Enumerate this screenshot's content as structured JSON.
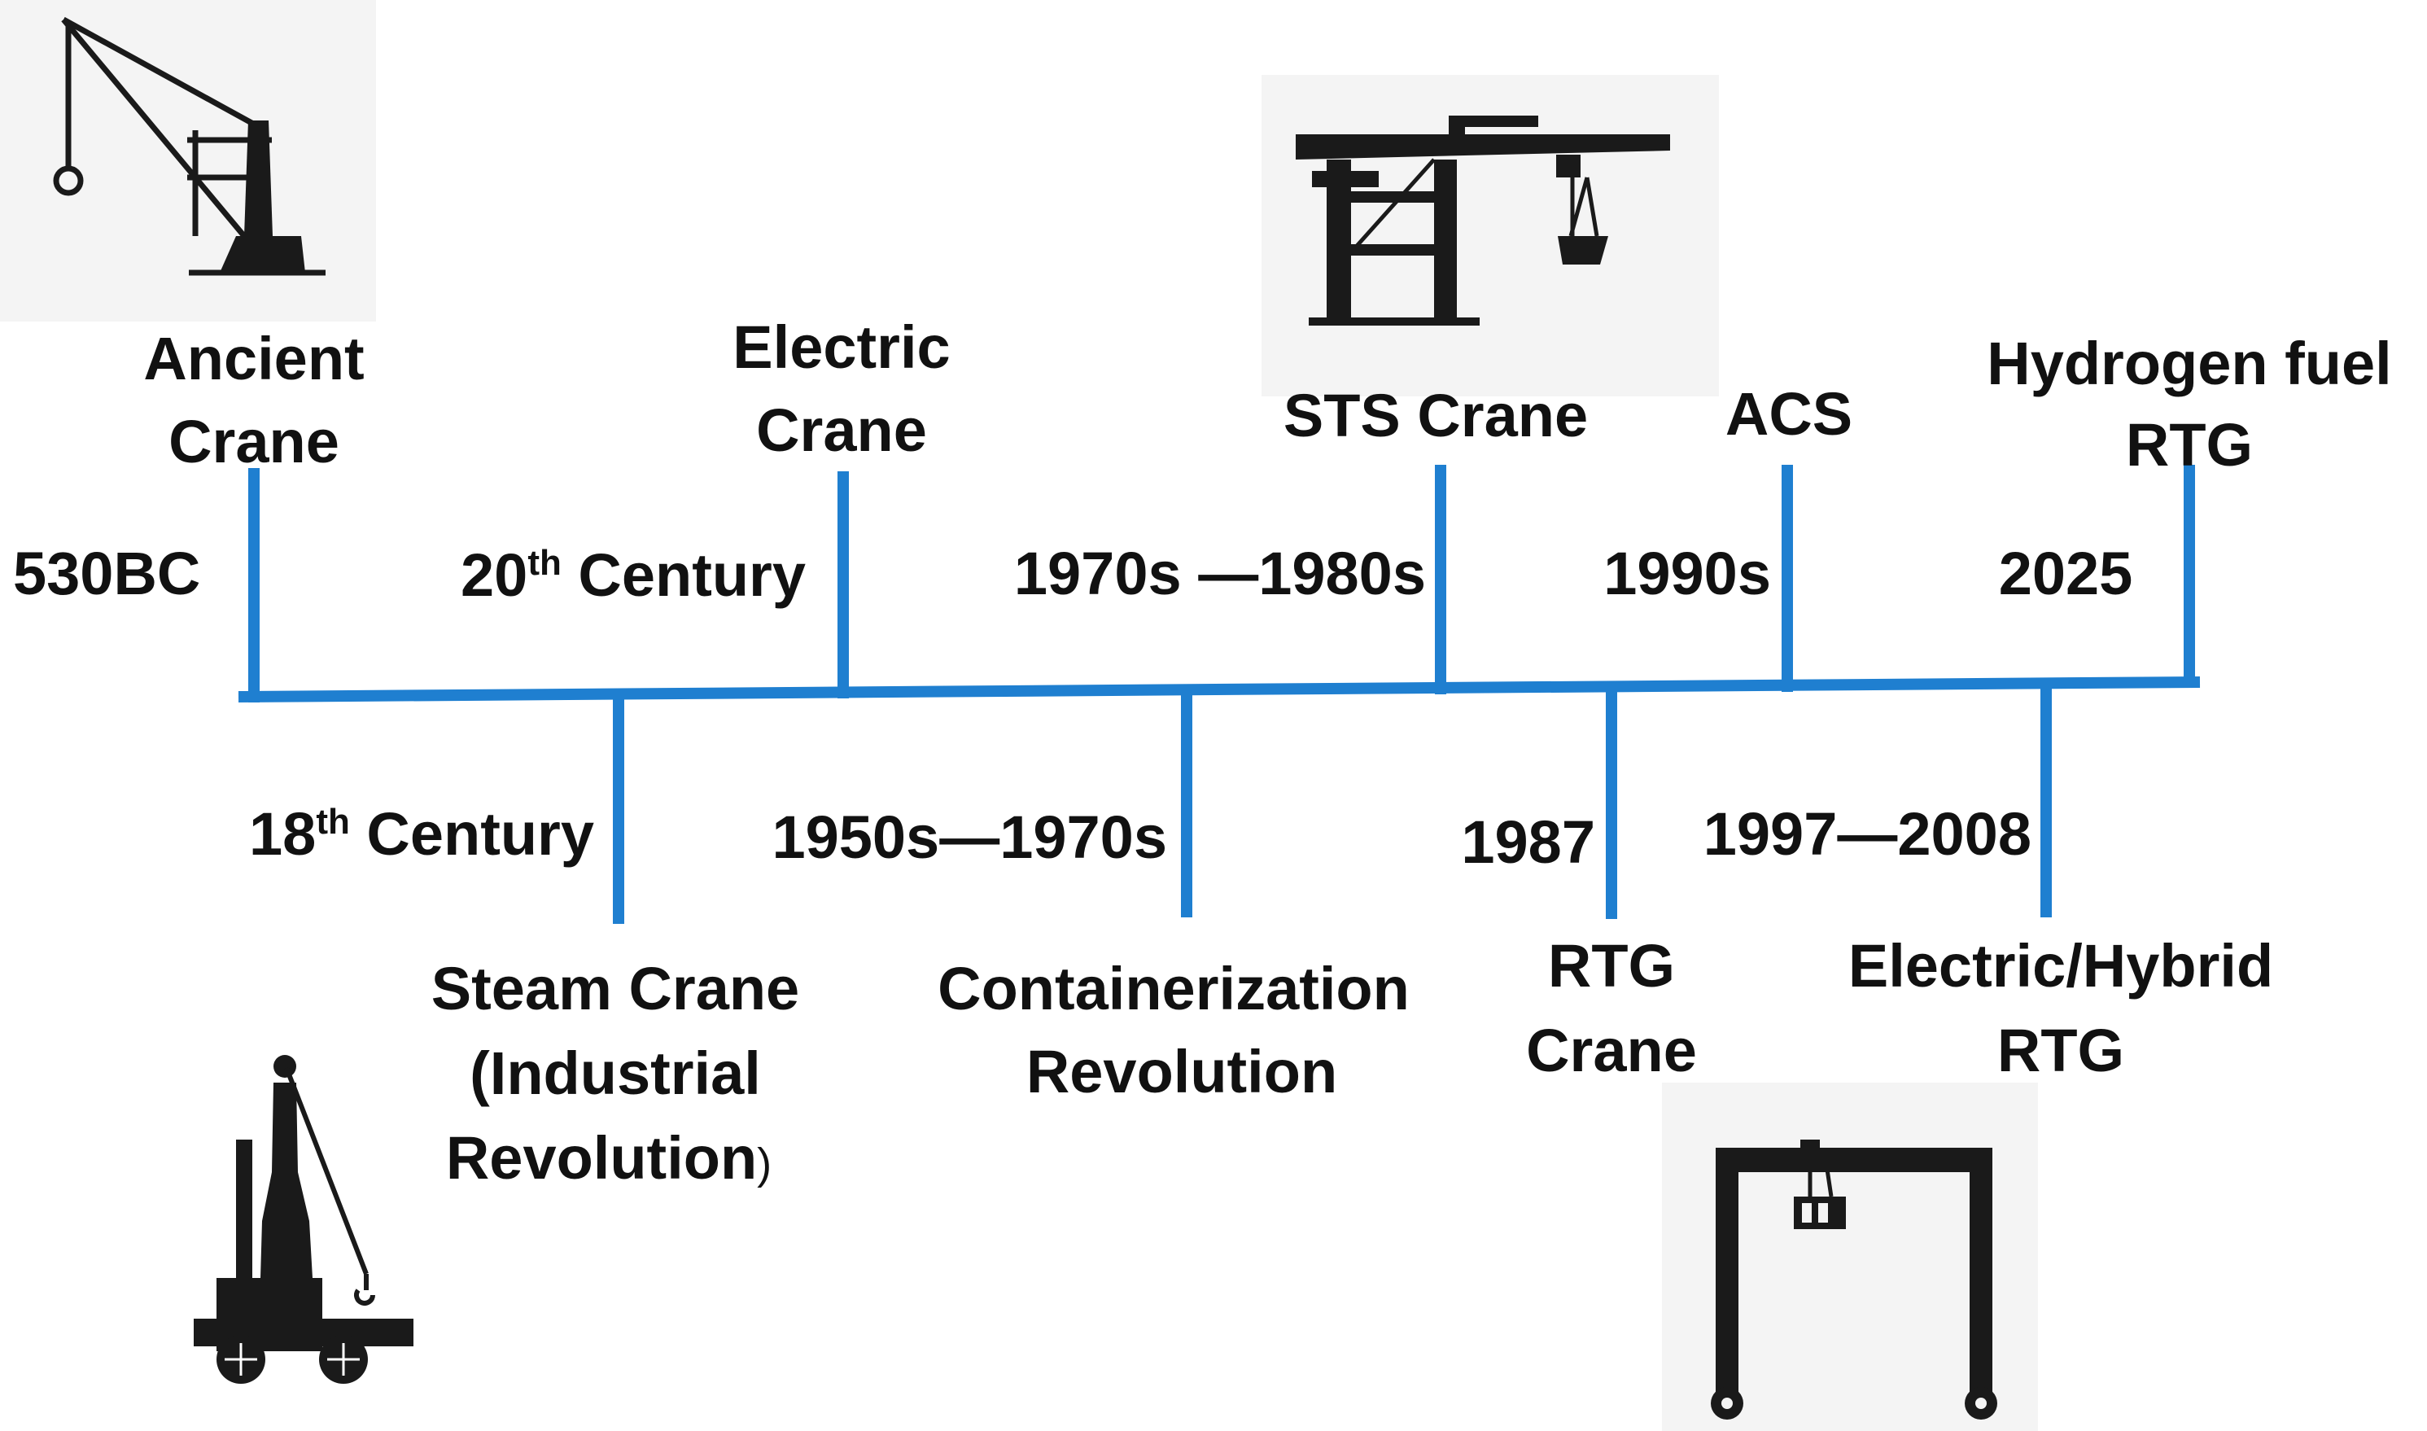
{
  "accent_color": "#1f7fd0",
  "events_top": [
    {
      "date_main": "530BC",
      "date_sup": "",
      "date_rest": "",
      "title_lines": [
        "Ancient",
        "Crane"
      ],
      "icon": "ancient-crane-icon"
    },
    {
      "date_main": "20",
      "date_sup": "th",
      "date_rest": " Century",
      "title_lines": [
        "Electric",
        "Crane"
      ],
      "icon": ""
    },
    {
      "date_main": "1970s —1980s",
      "date_sup": "",
      "date_rest": "",
      "title_lines": [
        "STS Crane"
      ],
      "icon": "sts-crane-icon"
    },
    {
      "date_main": "1990s",
      "date_sup": "",
      "date_rest": "",
      "title_lines": [
        "ACS"
      ],
      "icon": ""
    },
    {
      "date_main": "2025",
      "date_sup": "",
      "date_rest": "",
      "title_lines": [
        "Hydrogen fuel",
        "RTG"
      ],
      "icon": ""
    }
  ],
  "events_bottom": [
    {
      "date_main": "18",
      "date_sup": "th",
      "date_rest": " Century",
      "title_lines": [
        "Steam Crane",
        "(Industrial",
        "Revolution"
      ],
      "title_suffix": ")",
      "icon": "steam-crane-icon"
    },
    {
      "date_main": "1950s—1970s",
      "date_sup": "",
      "date_rest": "",
      "title_lines": [
        "Containerization",
        "Revolution"
      ],
      "icon": ""
    },
    {
      "date_main": "1987",
      "date_sup": "",
      "date_rest": "",
      "title_lines": [
        "RTG",
        "Crane"
      ],
      "icon": "rtg-crane-icon"
    },
    {
      "date_main": "1997—2008",
      "date_sup": "",
      "date_rest": "",
      "title_lines": [
        "Electric/Hybrid",
        "RTG"
      ],
      "icon": ""
    }
  ]
}
